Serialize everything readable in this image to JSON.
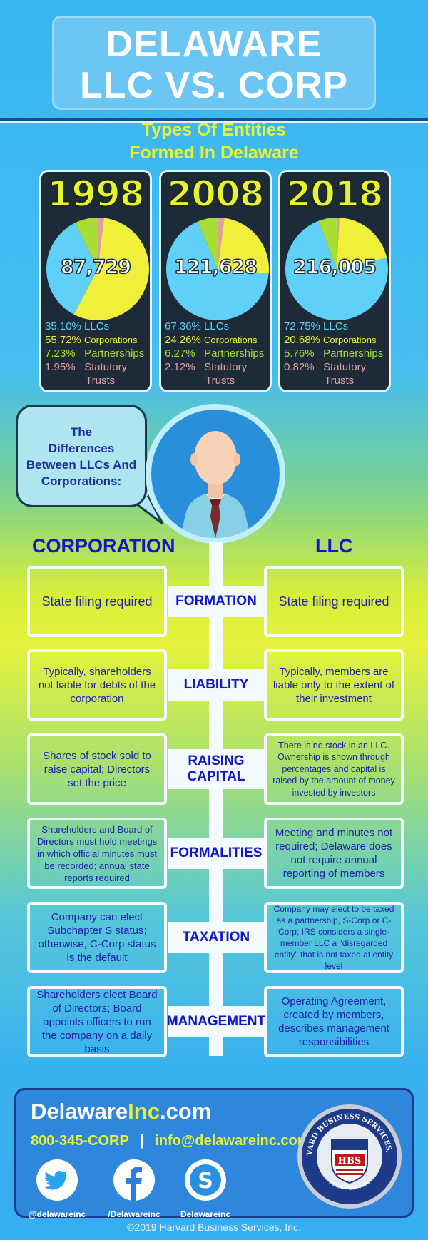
{
  "header": {
    "title_line1": "DELAWARE",
    "title_line2": "LLC VS. CORP",
    "subtitle_line1": "Types Of Entities",
    "subtitle_line2": "Formed In Delaware"
  },
  "colors": {
    "llc": "#5fd0f7",
    "corporations": "#f0f03a",
    "partnerships": "#a8dd33",
    "statutory_trusts": "#e0a0a0"
  },
  "chart_data": [
    {
      "type": "pie",
      "title": "1998",
      "total": "87,729",
      "categories": [
        "LLCs",
        "Corporations",
        "Partnerships",
        "Statutory Trusts"
      ],
      "values": [
        35.1,
        55.72,
        7.23,
        1.95
      ]
    },
    {
      "type": "pie",
      "title": "2008",
      "total": "121,628",
      "categories": [
        "LLCs",
        "Corporations",
        "Partnerships",
        "Statutory Trusts"
      ],
      "values": [
        67.36,
        24.26,
        6.27,
        2.12
      ]
    },
    {
      "type": "pie",
      "title": "2018",
      "total": "216,005",
      "categories": [
        "LLCs",
        "Corporations",
        "Partnerships",
        "Statutory Trusts"
      ],
      "values": [
        72.75,
        20.68,
        5.76,
        0.82
      ]
    }
  ],
  "cards": [
    {
      "year": "1998",
      "total": "87,729",
      "llc": "35.10%",
      "corp": "55.72%",
      "part": "7.23%",
      "trust": "1.95%"
    },
    {
      "year": "2008",
      "total": "121,628",
      "llc": "67.36%",
      "corp": "24.26%",
      "part": "6.27%",
      "trust": "2.12%"
    },
    {
      "year": "2018",
      "total": "216,005",
      "llc": "72.75%",
      "corp": "20.68%",
      "part": "5.76%",
      "trust": "0.82%"
    }
  ],
  "legend_labels": {
    "llc": "LLCs",
    "corp": "Corporations",
    "part": "Partnerships",
    "trust_line1": "Statutory",
    "trust_line2": "Trusts"
  },
  "bubble": {
    "line1": "The",
    "line2": "Differences",
    "line3": "Between LLCs And",
    "line4": "Corporations:"
  },
  "columns": {
    "left": "CORPORATION",
    "right": "LLC"
  },
  "rows": [
    {
      "label_line1": "FORMATION",
      "label_line2": "",
      "corp": "State filing required",
      "llc": "State filing required"
    },
    {
      "label_line1": "LIABILITY",
      "label_line2": "",
      "corp": "Typically, shareholders not liable for debts of the corporation",
      "llc": "Typically, members are liable only to the extent of their investment"
    },
    {
      "label_line1": "RAISING",
      "label_line2": "CAPITAL",
      "corp": "Shares of stock sold to raise capital; Directors set the price",
      "llc": "There is no stock in an LLC. Ownership is shown through percentages and capital is raised by the amount of money invested by investors"
    },
    {
      "label_line1": "FORMALITIES",
      "label_line2": "",
      "corp": "Shareholders and Board of Directors must hold meetings in which official minutes must be recorded; annual state reports required",
      "llc": "Meeting and minutes not required; Delaware does not require annual reporting of members"
    },
    {
      "label_line1": "TAXATION",
      "label_line2": "",
      "corp": "Company can elect Subchapter S status; otherwise, C-Corp status is the default",
      "llc": "Company may elect to be taxed as a partnership, S-Corp or C-Corp; IRS considers a single-member LLC a \"disregarded entity\" that is not taxed at entity level"
    },
    {
      "label_line1": "MANAGEMENT",
      "label_line2": "",
      "corp": "Shareholders elect Board of Directors; Board appoints officers to run the company on a daily basis",
      "llc": "Operating Agreement, created by members, describes management responsibilities"
    }
  ],
  "footer": {
    "brand_main": "Delaware",
    "brand_accent": "Inc",
    "brand_suffix": ".com",
    "phone": "800-345-CORP",
    "separator": "|",
    "email": "info@delawareinc.com",
    "twitter_handle": "@delawareinc",
    "facebook_handle": "/Delawareinc",
    "skype_handle": "Delawareinc",
    "twitter_icon": "twitter-icon",
    "facebook_icon": "facebook-icon",
    "skype_icon": "skype-icon",
    "seal_text_top": "HARVARD BUSINESS SERVICES, INC.",
    "seal_center": "HBS",
    "seal_text_bottom": "DELAWARE 1981"
  },
  "copyright": "©2019 Harvard Business Services, Inc."
}
